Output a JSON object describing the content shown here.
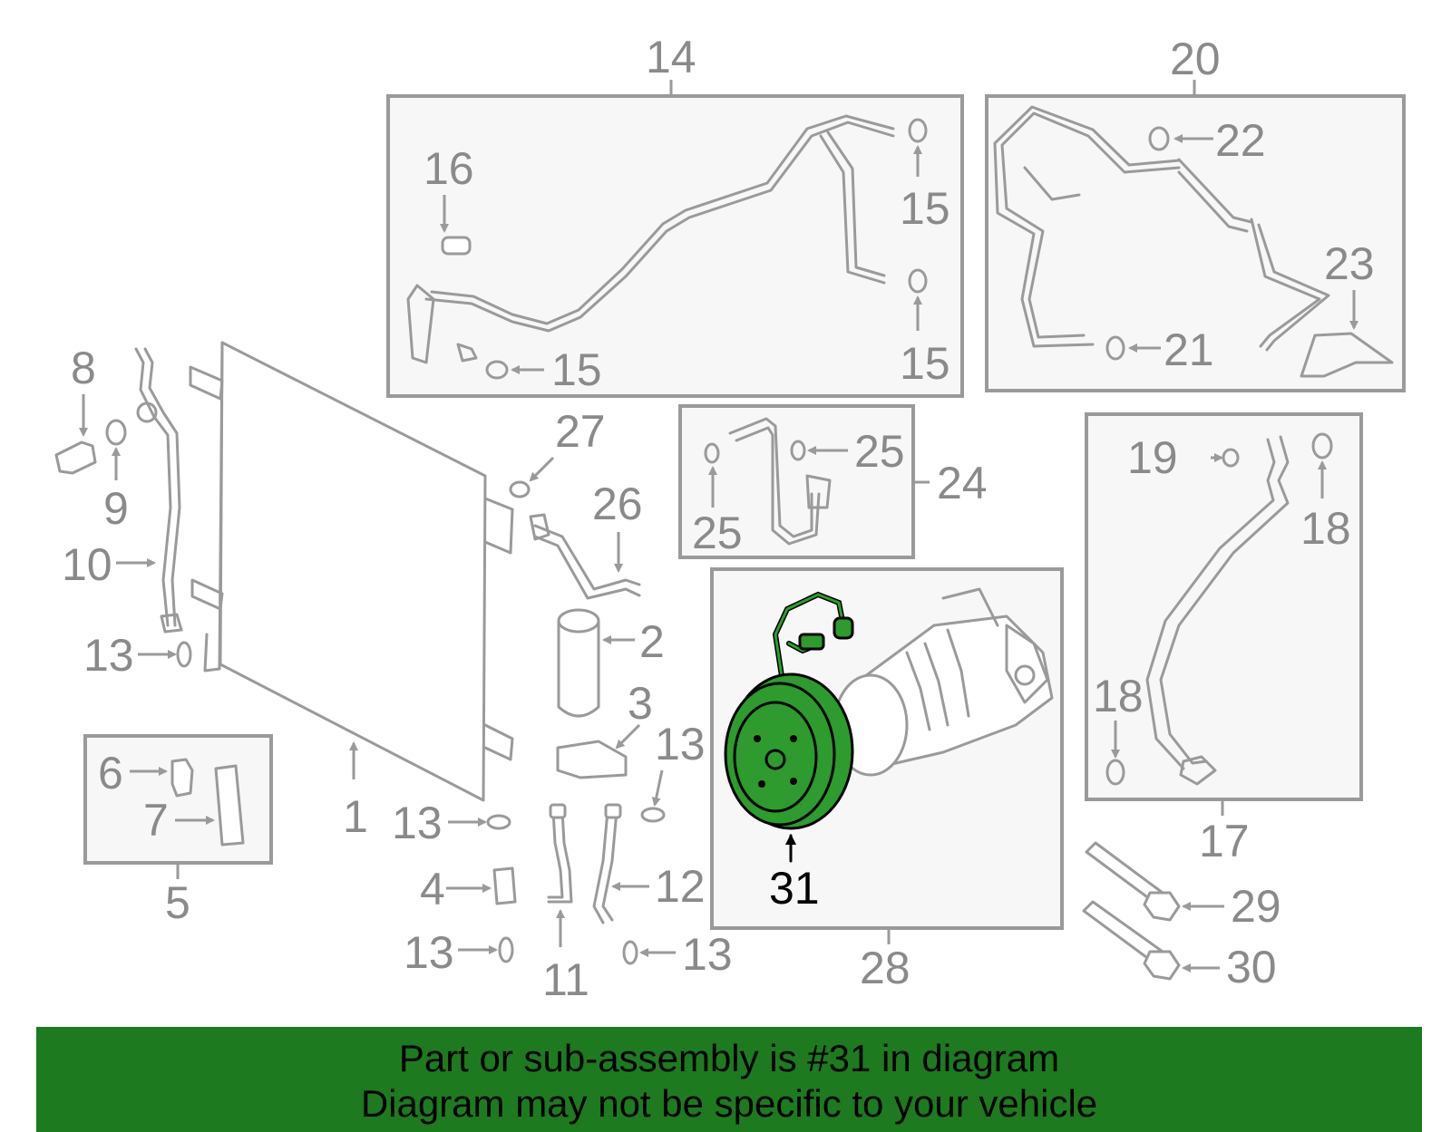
{
  "labels": {
    "p1": "1",
    "p2": "2",
    "p3": "3",
    "p4": "4",
    "p5": "5",
    "p6": "6",
    "p7": "7",
    "p8": "8",
    "p9": "9",
    "p10": "10",
    "p11": "11",
    "p12": "12",
    "p13": "13",
    "p14": "14",
    "p15": "15",
    "p16": "16",
    "p17": "17",
    "p18": "18",
    "p19": "19",
    "p20": "20",
    "p21": "21",
    "p22": "22",
    "p23": "23",
    "p24": "24",
    "p25": "25",
    "p26": "26",
    "p27": "27",
    "p28": "28",
    "p29": "29",
    "p30": "30",
    "p31": "31"
  },
  "highlight_part": "31",
  "colors": {
    "part_gray": "#9a9a9a",
    "highlight_green": "#2e9b2e",
    "banner_green": "#1e7a1e"
  },
  "banner": {
    "line1": "Part or sub-assembly is #31 in diagram",
    "line2": "Diagram may not be specific to your vehicle"
  }
}
